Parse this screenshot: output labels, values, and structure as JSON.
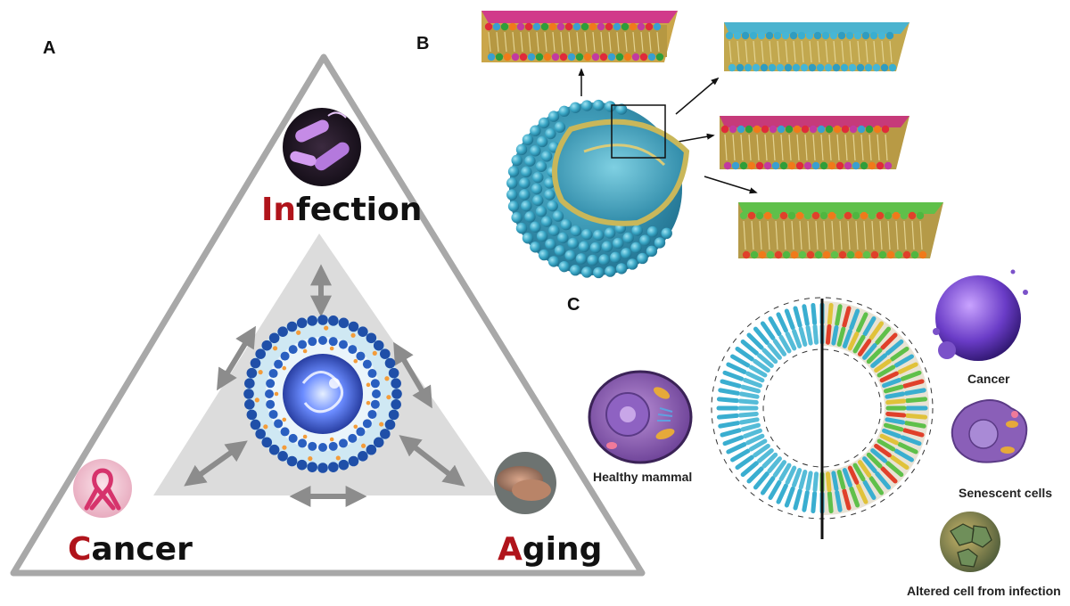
{
  "panels": {
    "a": "A",
    "b": "B",
    "c": "C"
  },
  "triangle": {
    "infection": {
      "first": "In",
      "rest": "fection"
    },
    "cancer": {
      "first": "C",
      "rest": "ancer"
    },
    "aging": {
      "first": "A",
      "rest": "ging"
    }
  },
  "panel_c": {
    "healthy": "Healthy mammal",
    "cancer": "Cancer",
    "senescent": "Senescent cells",
    "altered": "Altered cell from infection"
  },
  "colors": {
    "triangle_stroke": "#a8a8a8",
    "inner_triangle": "#dcdcdc",
    "arrow": "#8c8c8c",
    "accent_red": "#b0141b",
    "membrane_blue": "#3fa9c9",
    "tail_yellow": "#c9b75a"
  }
}
